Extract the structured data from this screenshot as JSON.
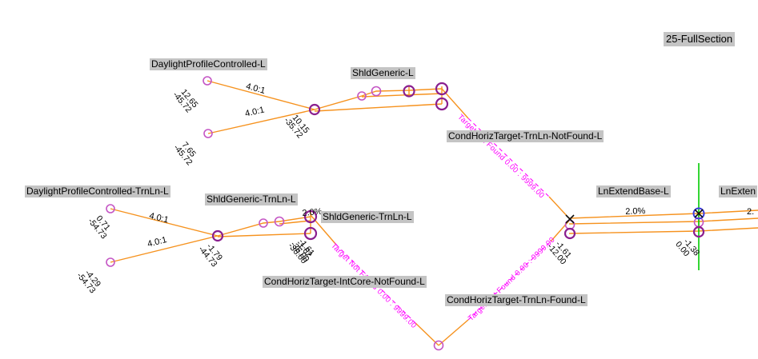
{
  "canvas": {
    "width": "947",
    "height": "449",
    "background": "#ffffff"
  },
  "colors": {
    "link_orange": "#F6921E",
    "target_magenta": "#FF00FF",
    "marker_small": "#C455C4",
    "marker_large": "#8A1F8F",
    "marker_selected_blue": "#3B3BDD",
    "origin_guide_green": "#00CC00",
    "label_background": "#C4C4C4",
    "text": "#000000"
  },
  "labels": {
    "daylight_l": "DaylightProfileControlled-L",
    "shld_generic_l": "ShldGeneric-L",
    "cond_trnln_notfound": "CondHorizTarget-TrnLn-NotFound-L",
    "full_section": "25-FullSection",
    "daylight_trnln": "DaylightProfileControlled-TrnLn-L",
    "shld_trnln_1": "ShldGeneric-TrnLn-L",
    "shld_trnln_2": "ShldGeneric-TrnLn-L",
    "cond_intcore_notfound": "CondHorizTarget-IntCore-NotFound-L",
    "cond_trnln_found": "CondHorizTarget-TrnLn-Found-L",
    "lnextend_base": "LnExtendBase-L",
    "lnextend_clipped": "LnExten"
  },
  "slopes": {
    "daylight_upper": "4.0:1",
    "daylight_lower": "4.0:1",
    "daylight_trnln_upper": "4.0:1",
    "daylight_trnln_lower": "4.0:1",
    "shld_grade": "2.0%",
    "lnextend_grade": "2.0%",
    "lnextend_grade_clipped": "2."
  },
  "points": {
    "daylight_top": {
      "l1": "12.65",
      "l2": "-45.72"
    },
    "daylight_bottom": {
      "l1": "7.65",
      "l2": "-45.72"
    },
    "hinge_upper": {
      "l1": "10.15",
      "l2": "-35.72"
    },
    "trnln_top": {
      "l1": "0.71",
      "l2": "-54.73"
    },
    "trnln_bottom": {
      "l1": "-4.29",
      "l2": "-54.73"
    },
    "hinge_lower": {
      "l1": "-1.79",
      "l2": "-44.73"
    },
    "shld_edge_a": {
      "l1": "-1.62",
      "l2": "-36.00"
    },
    "shld_edge_b": {
      "l1": "-1.61",
      "l2": "-36.00"
    },
    "lane_edge": {
      "l1": "-1.61",
      "l2": "-12.00"
    },
    "crown": {
      "l1": "-1.38",
      "l2": "0.00"
    }
  },
  "targets": {
    "upper": "Target Not Found 0.00 : 9999.00",
    "lower_left": "Target Not Found 0.00 : 9999.00",
    "lower_right": "Target Not Found 0.00 : 9999.00"
  }
}
